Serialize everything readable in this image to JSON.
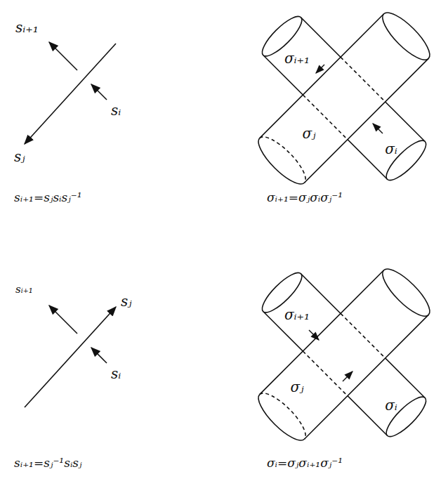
{
  "diagram": {
    "labels": [
      "sᵢ₊₁",
      "sⱼ",
      "sᵢ",
      "sᵢ₊₁=sⱼsᵢsⱼ⁻¹",
      "σᵢ₊₁",
      "σⱼ",
      "σᵢ",
      "σᵢ₊₁=σⱼσᵢσⱼ⁻¹",
      "sᵢ₊₁",
      "sⱼ",
      "sᵢ",
      "sᵢ₊₁=sⱼ⁻¹sᵢsⱼ",
      "σᵢ₊₁",
      "σⱼ",
      "σᵢ",
      "σᵢ=σⱼσᵢ₊₁σⱼ⁻¹"
    ]
  }
}
